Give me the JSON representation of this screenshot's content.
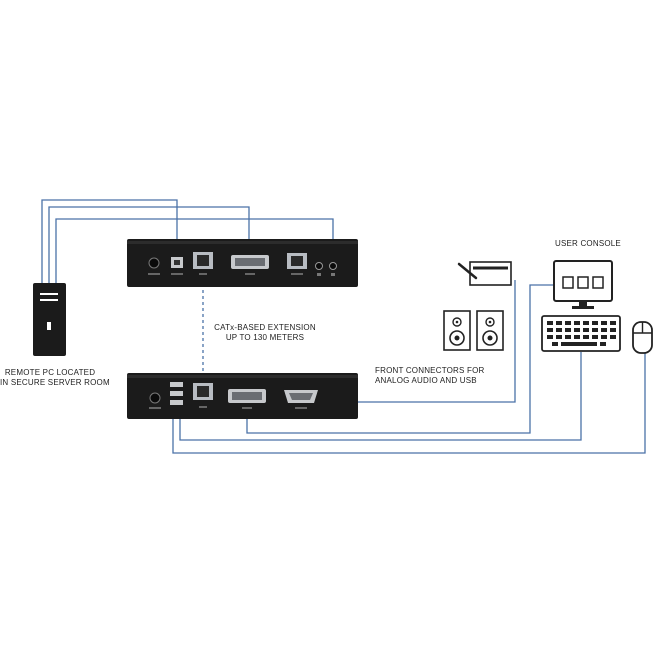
{
  "labels": {
    "remote_pc": [
      "REMOTE PC LOCATED",
      "IN SECURE SERVER ROOM"
    ],
    "extension": [
      "CATx-BASED EXTENSION",
      "UP TO 130 METERS"
    ],
    "front_connectors": [
      "FRONT CONNECTORS FOR",
      "ANALOG AUDIO AND USB"
    ],
    "user_console": "USER CONSOLE"
  },
  "colors": {
    "cable": "#4a72a8",
    "device_body": "#1b1b1b",
    "device_face": "#111111",
    "port_silver": "#b8bcc2",
    "outline_dark": "#2a2a2a",
    "background": "#ffffff"
  },
  "icons": {
    "remote_pc": "tower-pc-icon",
    "speakers": "speaker-icon",
    "tablet": "drawing-tablet-icon",
    "monitor": "monitor-icon",
    "keyboard": "keyboard-icon",
    "mouse": "mouse-icon"
  }
}
